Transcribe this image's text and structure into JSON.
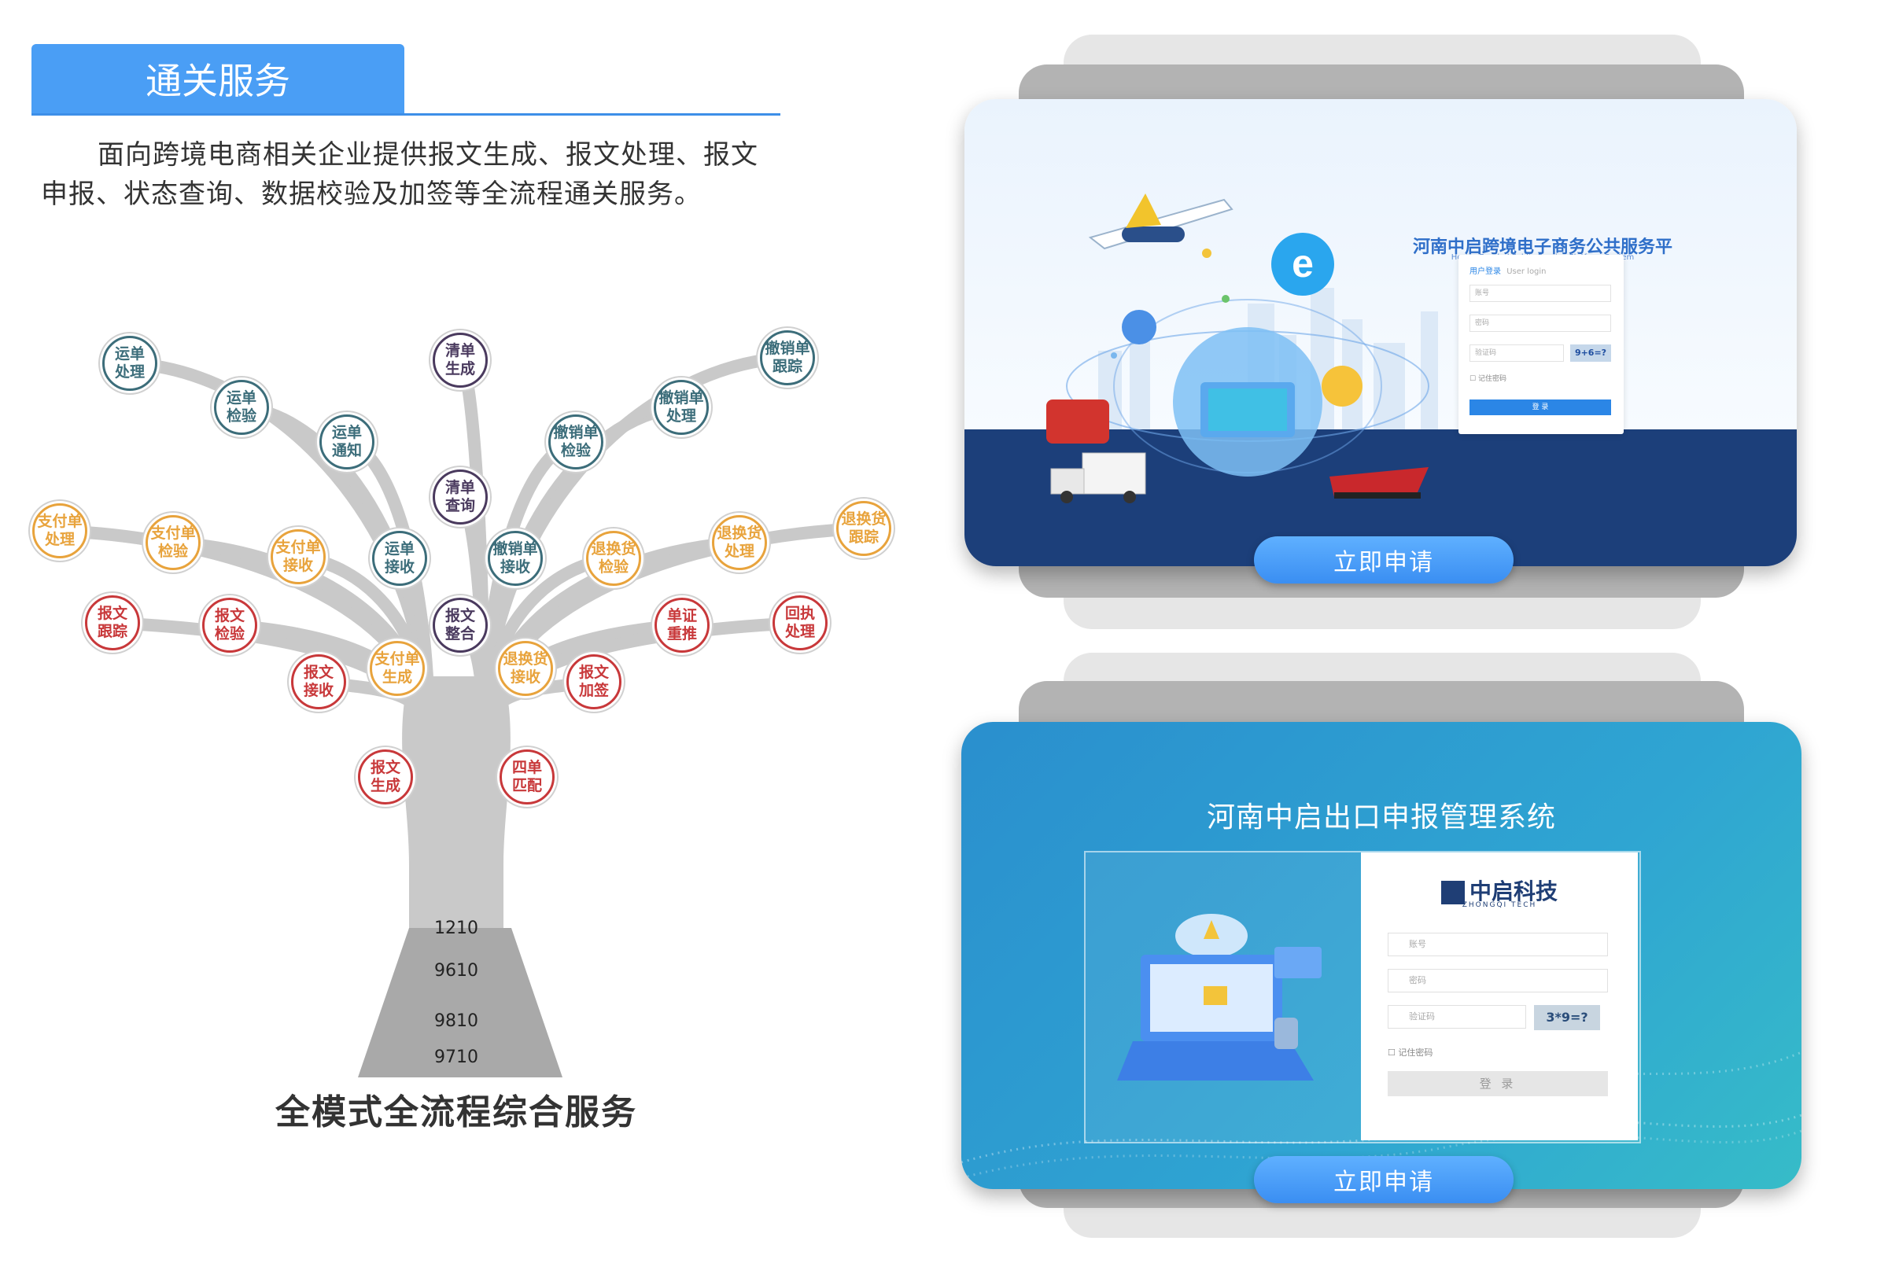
{
  "section": {
    "title": "通关服务",
    "intro": "面向跨境电商相关企业提供报文生成、报文处理、报文申报、状态查询、数据校验及加签等全流程通关服务。"
  },
  "tree": {
    "caption": "全模式全流程综合服务",
    "modes": [
      "1210",
      "9610",
      "9810",
      "9710"
    ],
    "colors": {
      "teal": "#3c6d7a",
      "purple": "#4a3a5e",
      "orange": "#e8a33c",
      "red": "#c8383a",
      "trunk": "#c9c9c9",
      "base": "#a9a9a9"
    },
    "nodes": [
      {
        "id": "n1",
        "label": "运单\n处理",
        "color": "teal"
      },
      {
        "id": "n2",
        "label": "运单\n检验",
        "color": "teal"
      },
      {
        "id": "n3",
        "label": "运单\n通知",
        "color": "teal"
      },
      {
        "id": "n4",
        "label": "清单\n生成",
        "color": "purple"
      },
      {
        "id": "n5",
        "label": "清单\n查询",
        "color": "purple"
      },
      {
        "id": "n6",
        "label": "撤销单\n检验",
        "color": "teal"
      },
      {
        "id": "n7",
        "label": "撤销单\n处理",
        "color": "teal"
      },
      {
        "id": "n8",
        "label": "撤销单\n跟踪",
        "color": "teal"
      },
      {
        "id": "n9",
        "label": "运单\n接收",
        "color": "teal"
      },
      {
        "id": "n10",
        "label": "撤销单\n接收",
        "color": "teal"
      },
      {
        "id": "n11",
        "label": "支付单\n处理",
        "color": "orange"
      },
      {
        "id": "n12",
        "label": "支付单\n检验",
        "color": "orange"
      },
      {
        "id": "n13",
        "label": "支付单\n接收",
        "color": "orange"
      },
      {
        "id": "n14",
        "label": "退换货\n检验",
        "color": "orange"
      },
      {
        "id": "n15",
        "label": "退换货\n处理",
        "color": "orange"
      },
      {
        "id": "n16",
        "label": "退换货\n跟踪",
        "color": "orange"
      },
      {
        "id": "n17",
        "label": "报文\n整合",
        "color": "purple"
      },
      {
        "id": "n18",
        "label": "支付单\n生成",
        "color": "orange"
      },
      {
        "id": "n19",
        "label": "退换货\n接收",
        "color": "orange"
      },
      {
        "id": "n20",
        "label": "报文\n跟踪",
        "color": "red"
      },
      {
        "id": "n21",
        "label": "报文\n检验",
        "color": "red"
      },
      {
        "id": "n22",
        "label": "报文\n接收",
        "color": "red"
      },
      {
        "id": "n23",
        "label": "报文\n加签",
        "color": "red"
      },
      {
        "id": "n24",
        "label": "单证\n重推",
        "color": "red"
      },
      {
        "id": "n25",
        "label": "回执\n处理",
        "color": "red"
      },
      {
        "id": "n26",
        "label": "报文\n生成",
        "color": "red"
      },
      {
        "id": "n27",
        "label": "四单\n匹配",
        "color": "red"
      }
    ]
  },
  "card1": {
    "platform_title": "河南中启跨境电子商务公共服务平台",
    "platform_subtitle": "Henan Bonded Public Service Platform System",
    "login_tab": "用户登录",
    "login_tab_en": "User login",
    "username_placeholder": "账号",
    "password_placeholder": "密码",
    "captcha_placeholder": "验证码",
    "captcha_text": "9+6=?",
    "remember_label": "记住密码",
    "login_button": "登 录",
    "apply_button": "立即申请",
    "colors": {
      "sky": "#eaf3fd",
      "navy": "#1c3f7a",
      "accent": "#2b86e6"
    }
  },
  "card2": {
    "system_title": "河南中启出口申报管理系统",
    "brand_name": "中启科技",
    "brand_en": "ZHONGQI TECH",
    "username_placeholder": "账号",
    "password_placeholder": "密码",
    "captcha_placeholder": "验证码",
    "captcha_text": "3*9=?",
    "remember_label": "记住密码",
    "login_button": "登 录",
    "apply_button": "立即申请",
    "colors": {
      "start": "#2a8fce",
      "end": "#36bcc8"
    }
  }
}
